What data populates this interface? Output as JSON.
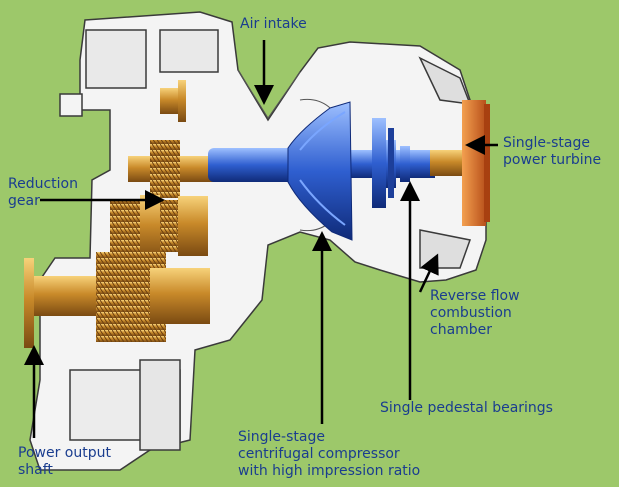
{
  "labels": {
    "air_intake": "Air intake",
    "power_turbine": "Single-stage\npower turbine",
    "reduction_gear": "Reduction\ngear",
    "combustion_chamber": "Reverse flow\ncombustion\nchamber",
    "pedestal_bearings": "Single pedestal bearings",
    "compressor": "Single-stage\ncentrifugal compressor\nwith high impression ratio",
    "output_shaft": "Power output\nshaft"
  },
  "colors": {
    "background": "#9dc86a",
    "label_text": "#1a3d8f",
    "casing": "#f4f4f4",
    "casing_outline": "#3a3a3a",
    "shaft_blue": "#2f5fd0",
    "gear_gold": "#d79a3a",
    "turbine_orange": "#e0742a",
    "arrow": "#000000"
  }
}
